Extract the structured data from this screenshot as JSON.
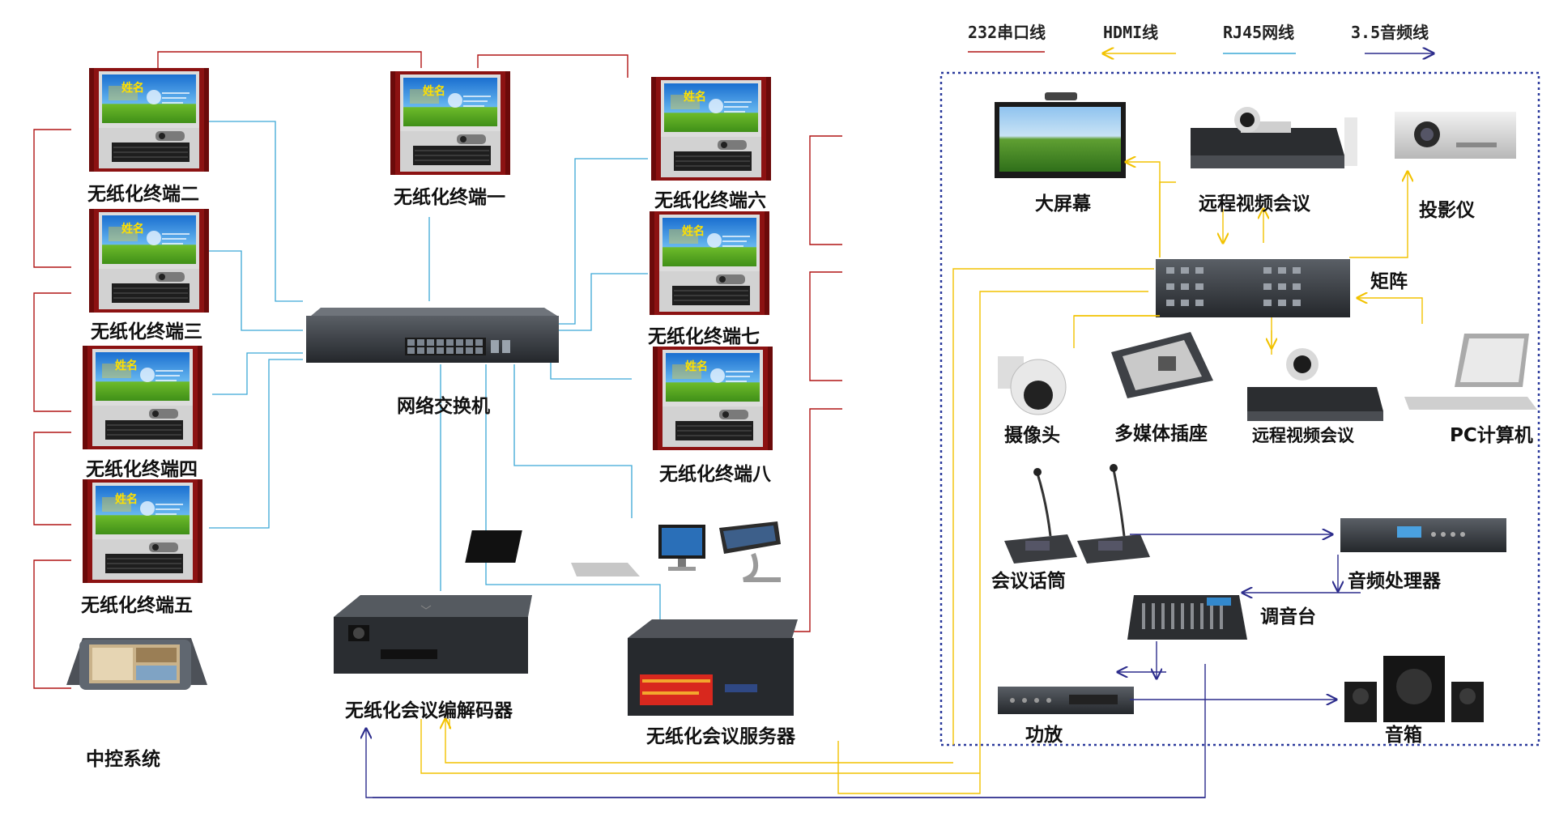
{
  "legend": {
    "serial": "232串口线",
    "hdmi": "HDMI线",
    "rj45": "RJ45网线",
    "audio": "3.5音频线"
  },
  "colors": {
    "serial": "#b01515",
    "hdmi": "#f2c200",
    "rj45": "#3ba8d6",
    "audio": "#2c2c8c",
    "frame": "#2b3a9c"
  },
  "terminals": {
    "t1": "无纸化终端一",
    "t2": "无纸化终端二",
    "t3": "无纸化终端三",
    "t4": "无纸化终端四",
    "t5": "无纸化终端五",
    "t6": "无纸化终端六",
    "t7": "无纸化终端七",
    "t8": "无纸化终端八"
  },
  "screen_name_text": "姓名",
  "devices": {
    "switch": "网络交换机",
    "central": "中控系统",
    "codec": "无纸化会议编解码器",
    "server": "无纸化会议服务器",
    "big_screen": "大屏幕",
    "video_conf_top": "远程视频会议",
    "projector": "投影仪",
    "matrix": "矩阵",
    "camera": "摄像头",
    "media_socket": "多媒体插座",
    "video_conf_bottom": "远程视频会议",
    "pc": "PC计算机",
    "mic": "会议话筒",
    "audio_processor": "音频处理器",
    "mixer": "调音台",
    "amplifier": "功放",
    "speaker": "音箱"
  }
}
